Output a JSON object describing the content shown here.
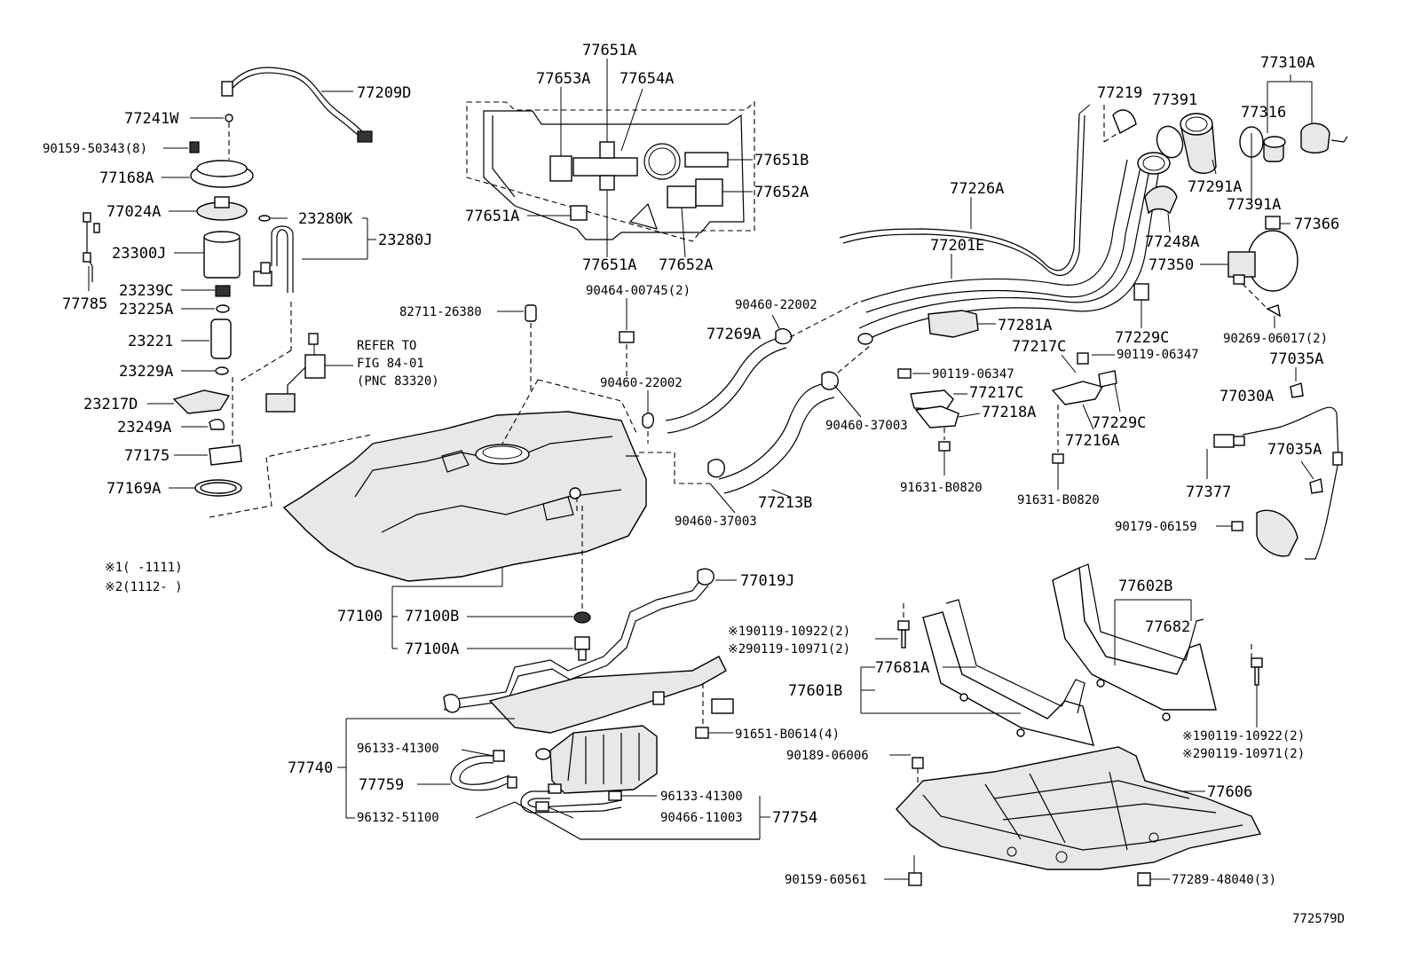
{
  "labels": {
    "l77209D": "77209D",
    "l77241W": "77241W",
    "l90159_50343": "90159-50343(8)",
    "l77168A": "77168A",
    "l77024A": "77024A",
    "l23300J": "23300J",
    "l23239C": "23239C",
    "l23225A": "23225A",
    "l23221": "23221",
    "l23229A": "23229A",
    "l23217D": "23217D",
    "l23249A": "23249A",
    "l77175": "77175",
    "l77169A": "77169A",
    "l77785": "77785",
    "l23280K": "23280K",
    "l23280J": "23280J",
    "refer1": "REFER TO",
    "refer2": "FIG 84-01",
    "refer3": "(PNC 83320)",
    "note1": "※1(  -1111)",
    "note2": "※2(1112-  )",
    "l77651A_top": "77651A",
    "l77653A": "77653A",
    "l77654A": "77654A",
    "l77651B": "77651B",
    "l77652A_r": "77652A",
    "l77651A_l": "77651A",
    "l77651A_b": "77651A",
    "l77652A_b": "77652A",
    "l90464_00745": "90464-00745(2)",
    "l82711_26380": "82711-26380",
    "l90460_22002a": "90460-22002",
    "l90460_22002b": "90460-22002",
    "l77269A": "77269A",
    "l77213B": "77213B",
    "l90460_37003a": "90460-37003",
    "l90460_37003b": "90460-37003",
    "l77226A": "77226A",
    "l77201E": "77201E",
    "l77219": "77219",
    "l77391": "77391",
    "l77310A": "77310A",
    "l77316": "77316",
    "l77291A": "77291A",
    "l77391A": "77391A",
    "l77366": "77366",
    "l77248A": "77248A",
    "l77350": "77350",
    "l77281A": "77281A",
    "l77229C_a": "77229C",
    "l77217C_a": "77217C",
    "l90119_06347a": "90119-06347",
    "l90119_06347b": "90119-06347",
    "l77217C_b": "77217C",
    "l77218A": "77218A",
    "l77229C_b": "77229C",
    "l77216A": "77216A",
    "l91631_a": "91631-B0820",
    "l91631_b": "91631-B0820",
    "l90269_06017": "90269-06017(2)",
    "l77035A_a": "77035A",
    "l77030A": "77030A",
    "l77035A_b": "77035A",
    "l77377": "77377",
    "l90179_06159": "90179-06159",
    "l77019J": "77019J",
    "l77100": "77100",
    "l77100B": "77100B",
    "l77100A": "77100A",
    "l90119_10922a": "※190119-10922(2)",
    "l90119_10971a": "※290119-10971(2)",
    "l77681A": "77681A",
    "l77601B": "77601B",
    "l77602B": "77602B",
    "l77682": "77682",
    "l90119_10922b": "※190119-10922(2)",
    "l90119_10971b": "※290119-10971(2)",
    "l91651": "91651-B0614(4)",
    "l96133_41300a": "96133-41300",
    "l77740": "77740",
    "l77759": "77759",
    "l96132_51100": "96132-51100",
    "l96133_41300b": "96133-41300",
    "l90466_11003": "90466-11003",
    "l77754": "77754",
    "l90189_06006": "90189-06006",
    "l77606": "77606",
    "l90159_60561": "90159-60561",
    "l77289_48040": "77289-48040(3)",
    "fig_id": "772579D"
  }
}
